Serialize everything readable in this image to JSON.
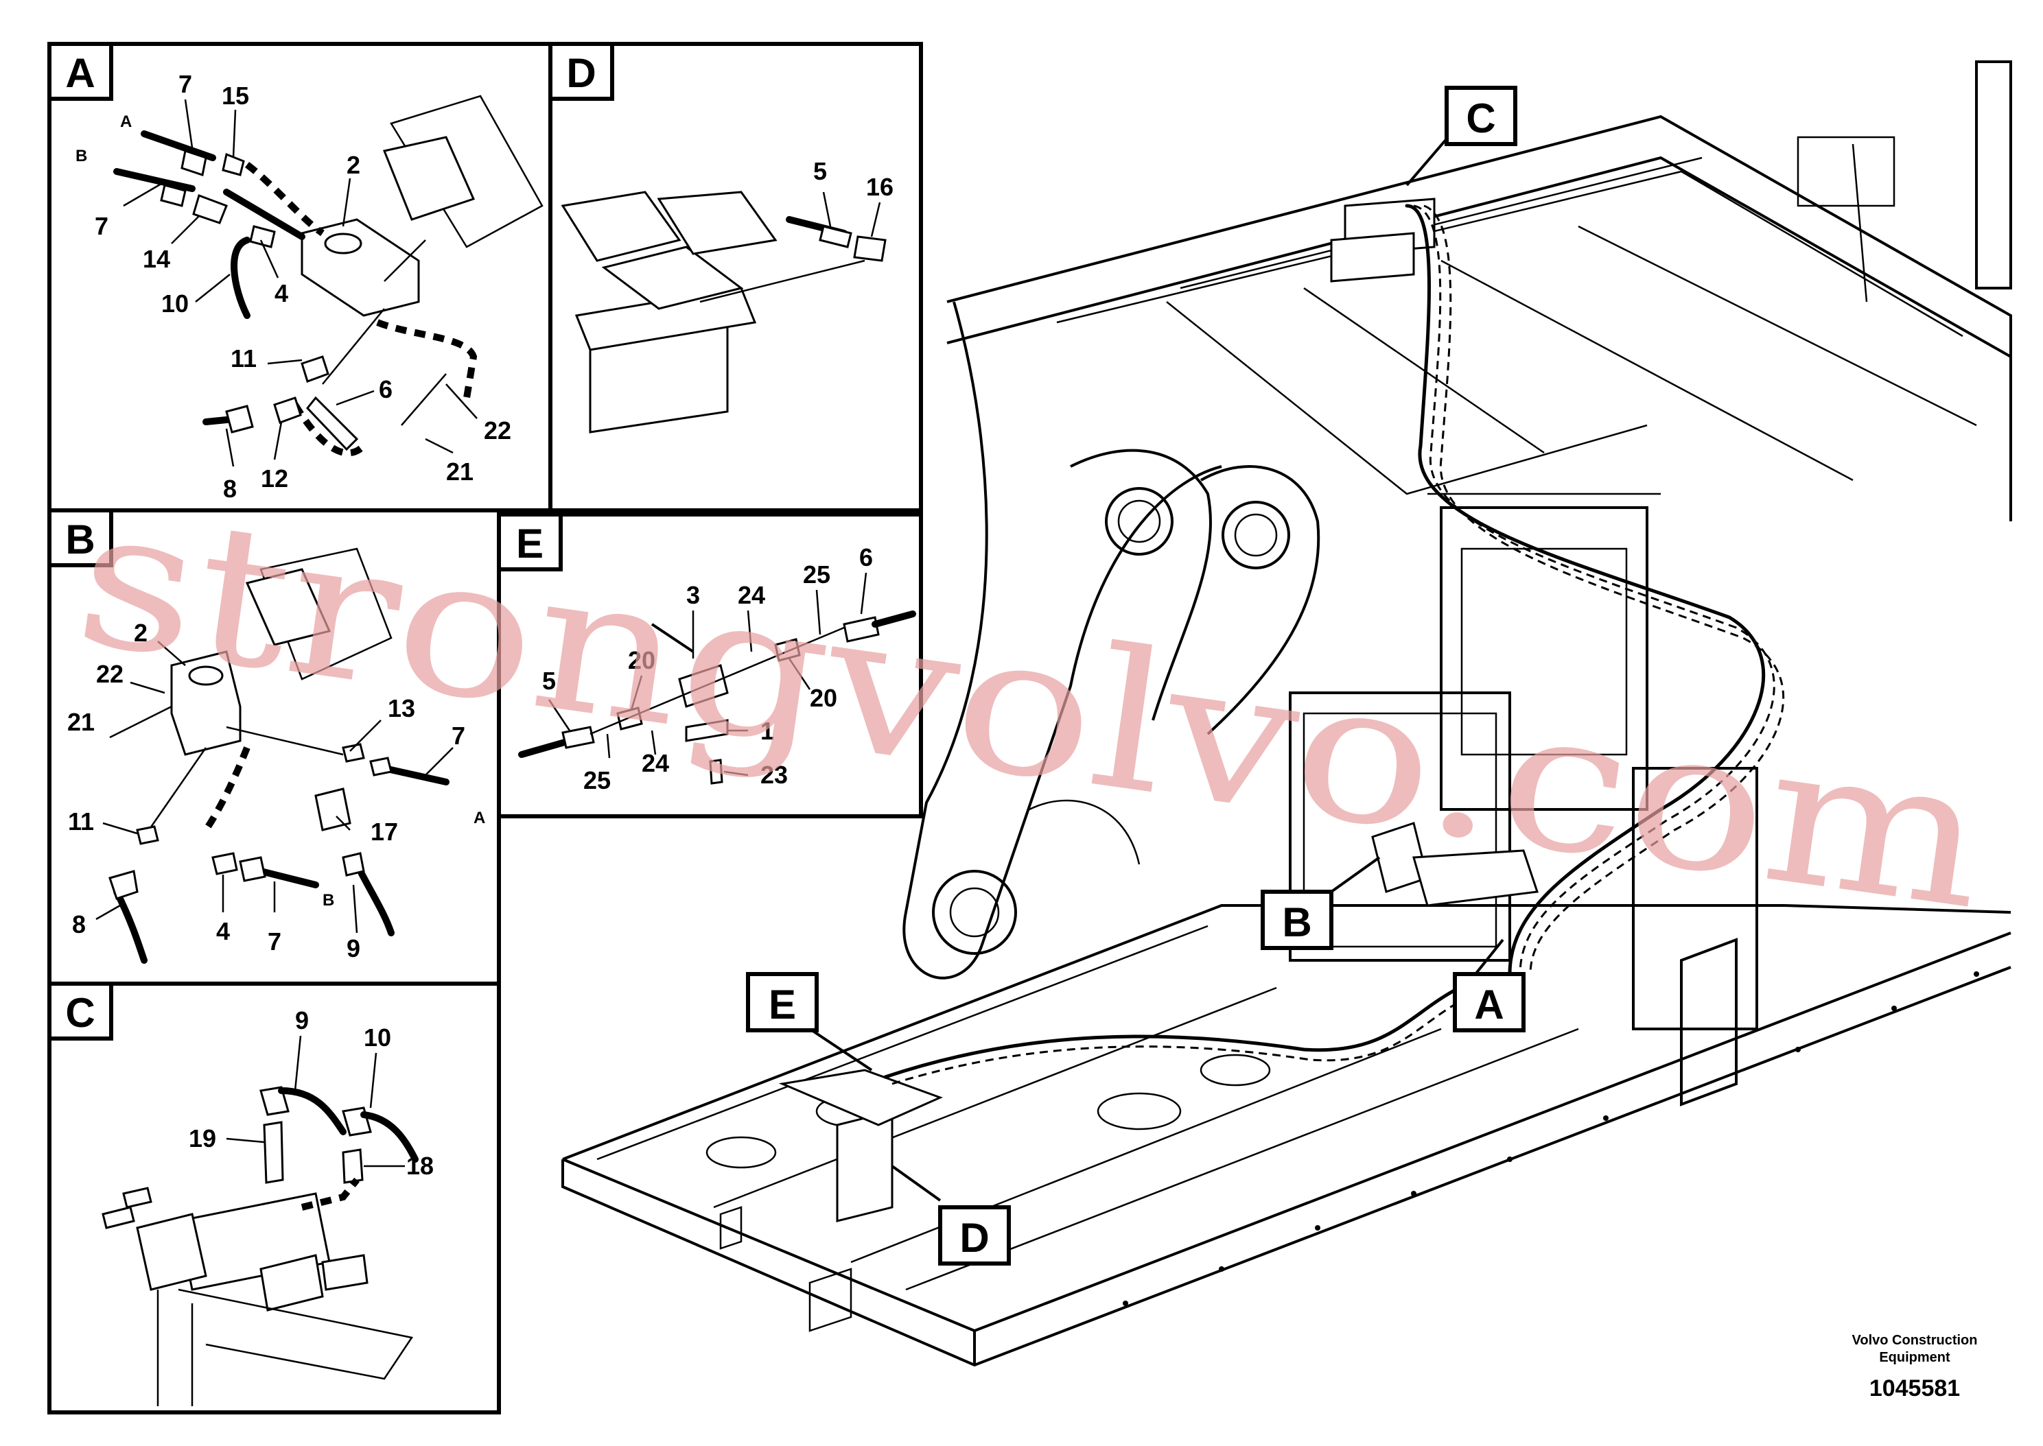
{
  "callouts": {
    "A": "A",
    "B": "B",
    "C": "C",
    "D": "D",
    "E": "E"
  },
  "panel_A": {
    "hose_labels": {
      "a": "A",
      "b": "B"
    },
    "numbers": [
      "7",
      "15",
      "2",
      "7",
      "14",
      "4",
      "10",
      "11",
      "6",
      "22",
      "8",
      "12",
      "21"
    ]
  },
  "panel_B": {
    "hose_labels": {
      "a": "A",
      "b": "B"
    },
    "numbers": [
      "2",
      "22",
      "21",
      "13",
      "7",
      "11",
      "17",
      "8",
      "4",
      "7",
      "9"
    ]
  },
  "panel_C": {
    "numbers": [
      "9",
      "10",
      "19",
      "18"
    ]
  },
  "panel_D": {
    "numbers": [
      "5",
      "16"
    ]
  },
  "panel_E": {
    "numbers": [
      "3",
      "24",
      "25",
      "6",
      "5",
      "20",
      "20",
      "1",
      "24",
      "25",
      "23"
    ]
  },
  "watermark": "strongvolvo.com",
  "footer": {
    "company_line1": "Volvo Construction",
    "company_line2": "Equipment",
    "drawing_number": "1045581"
  }
}
